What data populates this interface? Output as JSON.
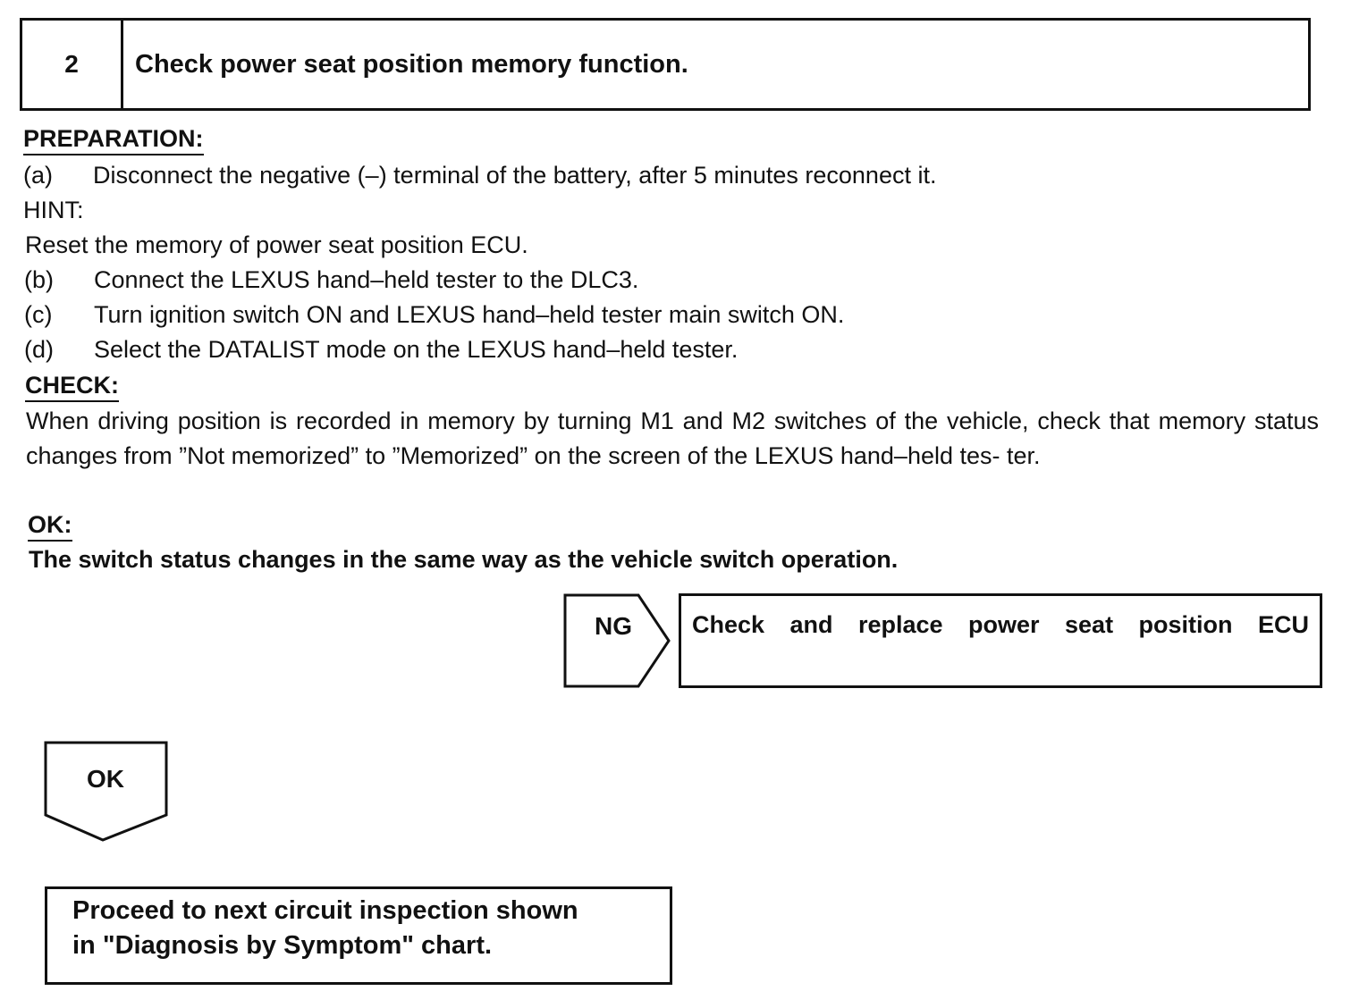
{
  "step": {
    "number": "2",
    "title": "Check power seat position memory function."
  },
  "preparation": {
    "heading": "PREPARATION:",
    "item_a": {
      "label": "(a)",
      "text": "Disconnect the negative (–) terminal of the battery, after 5 minutes reconnect it."
    },
    "hint_label": "HINT:",
    "hint_text": "Reset the memory of power seat position ECU.",
    "item_b": {
      "label": "(b)",
      "text": "Connect the LEXUS hand–held tester to the DLC3."
    },
    "item_c": {
      "label": "(c)",
      "text": "Turn ignition switch ON and LEXUS hand–held tester main switch ON."
    },
    "item_d": {
      "label": "(d)",
      "text": "Select the DATALIST mode on the LEXUS hand–held tester."
    }
  },
  "check": {
    "heading": "CHECK:",
    "text": "When driving position is recorded in memory by turning M1 and M2 switches of the vehicle, check that memory status changes from ”Not memorized” to ”Memorized” on the screen of the LEXUS hand–held tes- ter."
  },
  "ok_section": {
    "heading": "OK:",
    "text": "The switch status changes in the same way as the vehicle switch operation."
  },
  "flow": {
    "ng_label": "NG",
    "ng_action": "Check and replace power seat position ECU",
    "ok_label": "OK",
    "ok_action_line1": "Proceed to next circuit inspection shown",
    "ok_action_line2": "in \"Diagnosis by Symptom\" chart."
  }
}
